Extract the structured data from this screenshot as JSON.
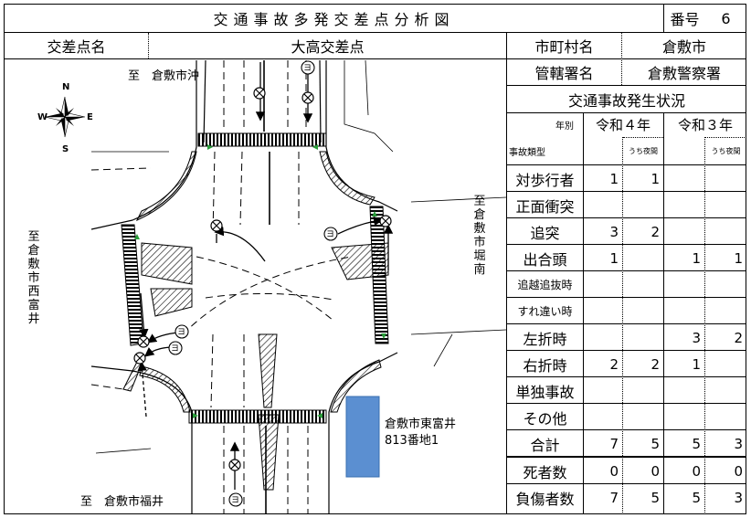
{
  "header": {
    "title": "交通事故多発交差点分析図",
    "number_label": "番号",
    "number_value": "6"
  },
  "row2": {
    "intersection_label": "交差点名",
    "intersection_name": "大高交差点",
    "municipality_label": "市町村名",
    "municipality_value": "倉敷市"
  },
  "police": {
    "label": "管轄署名",
    "value": "倉敷警察署"
  },
  "stats": {
    "section_title": "交通事故発生状況",
    "year_label": "年別",
    "type_label": "事故類型",
    "year1": "令和４年",
    "year2": "令和３年",
    "night_label": "うち夜間",
    "rows": [
      {
        "type": "対歩行者",
        "y1": "1",
        "y1n": "1",
        "y2": "",
        "y2n": ""
      },
      {
        "type": "正面衝突",
        "y1": "",
        "y1n": "",
        "y2": "",
        "y2n": ""
      },
      {
        "type": "追突",
        "y1": "3",
        "y1n": "2",
        "y2": "",
        "y2n": ""
      },
      {
        "type": "出合頭",
        "y1": "1",
        "y1n": "",
        "y2": "1",
        "y2n": "1"
      },
      {
        "type": "追越追抜時",
        "y1": "",
        "y1n": "",
        "y2": "",
        "y2n": ""
      },
      {
        "type": "すれ違い時",
        "y1": "",
        "y1n": "",
        "y2": "",
        "y2n": ""
      },
      {
        "type": "左折時",
        "y1": "",
        "y1n": "",
        "y2": "3",
        "y2n": "2"
      },
      {
        "type": "右折時",
        "y1": "2",
        "y1n": "2",
        "y2": "1",
        "y2n": ""
      },
      {
        "type": "単独事故",
        "y1": "",
        "y1n": "",
        "y2": "",
        "y2n": ""
      },
      {
        "type": "その他",
        "y1": "",
        "y1n": "",
        "y2": "",
        "y2n": ""
      },
      {
        "type": "合計",
        "y1": "7",
        "y1n": "5",
        "y2": "5",
        "y2n": "3"
      }
    ],
    "deaths": {
      "type": "死者数",
      "y1": "0",
      "y1n": "0",
      "y2": "0",
      "y2n": "0"
    },
    "injuries": {
      "type": "負傷者数",
      "y1": "7",
      "y1n": "5",
      "y2": "5",
      "y2n": "3"
    }
  },
  "map": {
    "to_north": "至　倉敷市沖",
    "to_west": "至倉敷市西富井",
    "to_east": "至倉敷市堀南",
    "to_south": "至　倉敷市福井",
    "address_line1": "倉敷市東富井",
    "address_line2": "813番地1",
    "compass": {
      "n": "N",
      "s": "S",
      "e": "E",
      "w": "W"
    },
    "building_color": "#5b8fd1",
    "marker_y": "ヨ"
  }
}
